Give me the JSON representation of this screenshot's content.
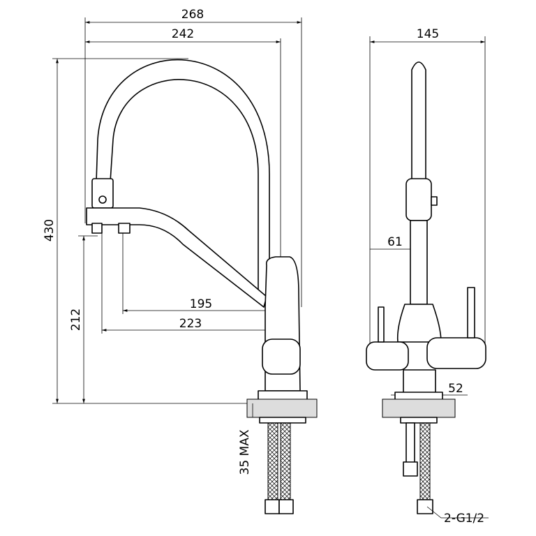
{
  "drawing": {
    "side_view": {
      "overall_width": "268",
      "spout_reach": "242",
      "overall_height": "430",
      "spray_height": "212",
      "outlet_reach_1": "195",
      "outlet_reach_2": "223",
      "mount_thickness": "35 MAX"
    },
    "front_view": {
      "overall_width": "145",
      "offset": "61",
      "base_diameter": "52",
      "connection": "2-G1/2"
    }
  }
}
